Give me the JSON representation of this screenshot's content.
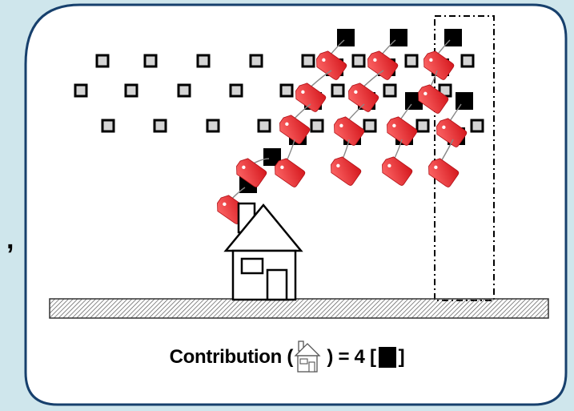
{
  "figure": {
    "caption_prefix": "Contribution (",
    "caption_mid": " ) = 4 [",
    "caption_suffix": "]",
    "stray_mark": ",",
    "colors": {
      "background": "#cfe6ec",
      "panel": "#ffffff",
      "panel_border": "#17406d",
      "tag": "#e8232a",
      "empty_cell": "#d4d4d4"
    },
    "icons": [
      "house-icon",
      "price-tag-icon",
      "dash-dot-column"
    ]
  }
}
